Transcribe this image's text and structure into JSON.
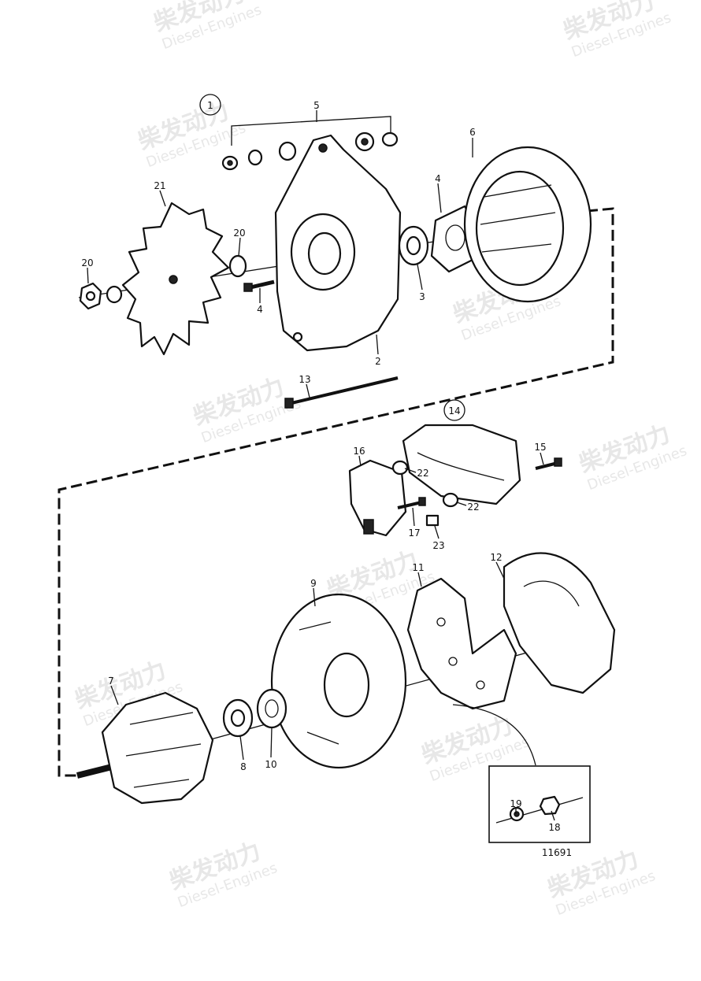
{
  "diagram": {
    "title": "Alternator exploded view",
    "drawing_number": "11691",
    "callouts": {
      "c1": "1",
      "c5": "5",
      "c6": "6",
      "c4a": "4",
      "c21": "21",
      "c20a": "20",
      "c20b": "20",
      "c4b": "4",
      "c3": "3",
      "c2": "2",
      "c13": "13",
      "c14": "14",
      "c15": "15",
      "c16": "16",
      "c22a": "22",
      "c22b": "22",
      "c17": "17",
      "c23": "23",
      "c9": "9",
      "c11": "11",
      "c12": "12",
      "c7": "7",
      "c8": "8",
      "c10": "10",
      "c19": "19",
      "c18": "18"
    }
  },
  "watermark": {
    "cn": "柴发动力",
    "en": "Diesel-Engines"
  },
  "colors": {
    "line": "#111111",
    "background": "#ffffff",
    "watermark": "#cccccc"
  }
}
